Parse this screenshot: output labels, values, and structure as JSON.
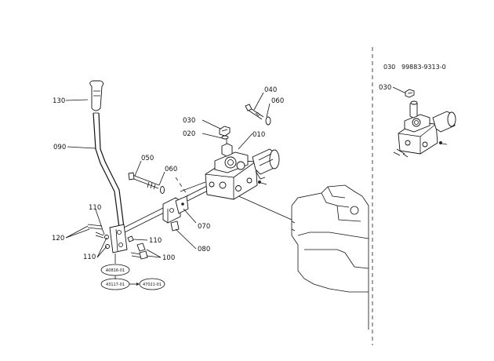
{
  "callouts": {
    "c130": "130",
    "c090": "090",
    "c050": "050",
    "c060a": "060",
    "c040": "040",
    "c060b": "060",
    "c030": "030",
    "c020": "020",
    "c010": "010",
    "c070": "070",
    "c080": "080",
    "c110a": "110",
    "c110b": "110",
    "c110c": "110",
    "c120": "120",
    "c100": "100"
  },
  "references": {
    "ref1": "A0816-01",
    "ref2": "43117-01",
    "ref3": "47021-01"
  },
  "inset": {
    "header_code": "030",
    "header_part_number": "99883-9313-0",
    "callout": "030"
  }
}
